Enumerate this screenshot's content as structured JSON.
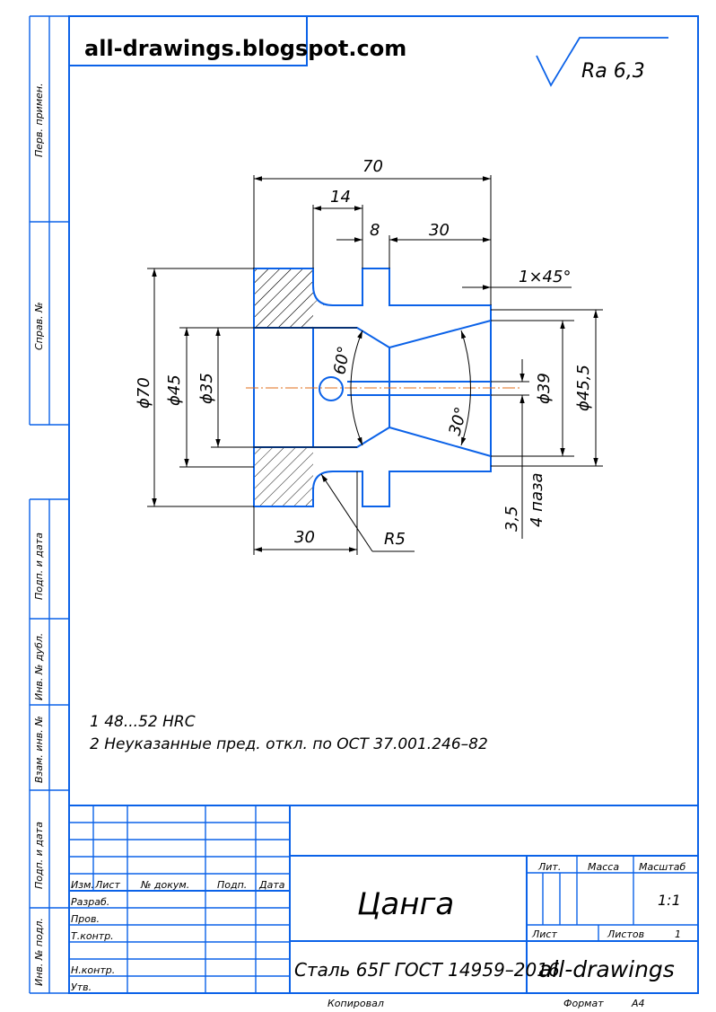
{
  "site": {
    "title": "all-drawings.blogspot.com"
  },
  "roughness": {
    "label": "Ra 6,3"
  },
  "side_labels": {
    "perv_primen": "Перв. примен.",
    "sprav_no": "Справ. №",
    "podp_data_1": "Подп. и дата",
    "inv_dubl": "Инв. № дубл.",
    "vzam_inv": "Взам. инв. №",
    "podp_data_2": "Подп. и дата",
    "inv_podl": "Инв. № подл."
  },
  "dimensions": {
    "d70_len": "70",
    "d14": "14",
    "d8": "8",
    "d30_top": "30",
    "chamfer": "1×45°",
    "dia70": "ϕ70",
    "dia45": "ϕ45",
    "dia35": "ϕ35",
    "angle60": "60°",
    "angle30": "30°",
    "dia39": "ϕ39",
    "dia45_5": "ϕ45,5",
    "d3_5": "3,5",
    "slots": "4 паза",
    "d30_bottom": "30",
    "r5": "R5"
  },
  "notes": {
    "note1": "1  48...52 HRC",
    "note2": "2  Неуказанные пред. откл. по ОСТ 37.001.246–82"
  },
  "title_block": {
    "headers": {
      "izm": "Изм.",
      "list": "Лист",
      "doc_no": "№ докум.",
      "podp": "Подп.",
      "data": "Дата"
    },
    "roles": {
      "razrab": "Разраб.",
      "prov": "Пров.",
      "tkontr": "Т.контр.",
      "nkontr": "Н.контр.",
      "utv": "Утв."
    },
    "name": "Цанга",
    "material": "Сталь 65Г ГОСТ 14959–2016",
    "lit": "Лит.",
    "massa": "Масса",
    "masshtab": "Масштаб",
    "scale_value": "1:1",
    "sheet_label": "Лист",
    "sheets_label": "Листов",
    "sheets_value": "1",
    "org": "all-drawings",
    "kopiroval": "Копировал",
    "format_label": "Формат",
    "format_value": "А4"
  }
}
